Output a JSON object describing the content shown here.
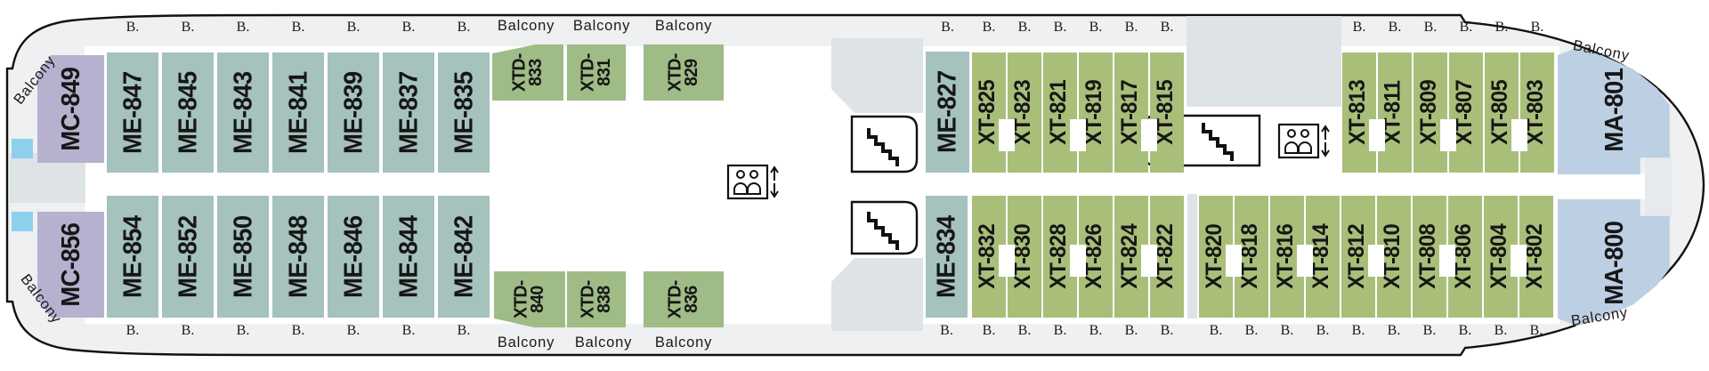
{
  "plan": {
    "balcony_label": "Balcony",
    "balcony_abbreviation": "B.",
    "cabin_type_colors": {
      "MC": "#b6b1cf",
      "ME": "#a5c2bd",
      "XTD": "#9fbb86",
      "XT": "#a9bf79",
      "MA": "#bdcfe2"
    },
    "hull_colors": {
      "outline": "#111111",
      "deck_band": "#eef0f1",
      "interior": "#ffffff",
      "service_area": "#dee3e6",
      "tender_marker": "#8ed0ec"
    },
    "cabins_top_row": [
      "MC-849",
      "ME-847",
      "ME-845",
      "ME-843",
      "ME-841",
      "ME-839",
      "ME-837",
      "ME-835",
      "XTD-833",
      "XTD-831",
      "XTD-829",
      "ME-827",
      "XT-825",
      "XT-823",
      "XT-821",
      "XT-819",
      "XT-817",
      "XT-815",
      "XT-813",
      "XT-811",
      "XT-809",
      "XT-807",
      "XT-805",
      "XT-803",
      "MA-801"
    ],
    "cabins_bottom_row": [
      "MC-856",
      "ME-854",
      "ME-852",
      "ME-850",
      "ME-848",
      "ME-846",
      "ME-844",
      "ME-842",
      "XTD-840",
      "XTD-838",
      "XTD-836",
      "ME-834",
      "XT-832",
      "XT-830",
      "XT-828",
      "XT-826",
      "XT-824",
      "XT-822",
      "XT-820",
      "XT-818",
      "XT-816",
      "XT-814",
      "XT-812",
      "XT-810",
      "XT-808",
      "XT-806",
      "XT-804",
      "XT-802",
      "MA-800"
    ],
    "balcony_text_positions": [
      "stern-top",
      "stern-bottom",
      "amidship-top-1",
      "amidship-top-2",
      "amidship-top-3",
      "amidship-bottom-1",
      "amidship-bottom-2",
      "amidship-bottom-3",
      "bow-top",
      "bow-bottom"
    ],
    "connected_cabin_pairs_top": [
      [
        "XT-825",
        "XT-823"
      ],
      [
        "XT-821",
        "XT-819"
      ],
      [
        "XT-817",
        "XT-815"
      ],
      [
        "XT-813",
        "XT-811"
      ],
      [
        "XT-809",
        "XT-807"
      ],
      [
        "XT-805",
        "XT-803"
      ]
    ],
    "connected_cabin_pairs_bottom": [
      [
        "XT-832",
        "XT-830"
      ],
      [
        "XT-828",
        "XT-826"
      ],
      [
        "XT-824",
        "XT-822"
      ],
      [
        "XT-820",
        "XT-818"
      ],
      [
        "XT-816",
        "XT-814"
      ],
      [
        "XT-812",
        "XT-810"
      ],
      [
        "XT-808",
        "XT-806"
      ],
      [
        "XT-804",
        "XT-802"
      ]
    ],
    "icons": [
      {
        "name": "elevator-updown-icon",
        "count": 2
      },
      {
        "name": "stairs-icon",
        "count": 3
      }
    ]
  }
}
